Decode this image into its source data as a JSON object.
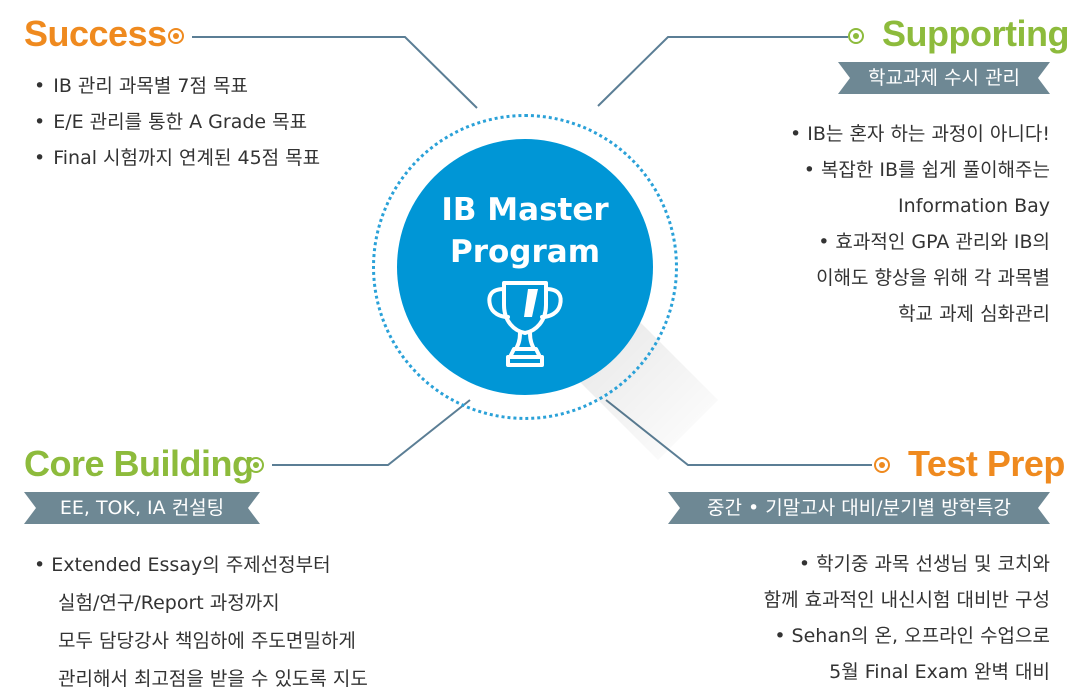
{
  "center": {
    "title_line1": "IB Master",
    "title_line2": "Program",
    "icon": "trophy-icon"
  },
  "colors": {
    "orange": "#ef8a1f",
    "green": "#8dbb3c",
    "blue": "#0096d6",
    "tag": "#6e8894",
    "line": "#5b7e95"
  },
  "success": {
    "title": "Success",
    "items": [
      "IB 관리 과목별 7점 목표",
      "E/E 관리를 통한 A Grade 목표",
      "Final 시험까지 연계된 45점 목표"
    ]
  },
  "supporting": {
    "title": "Supporting",
    "tag": "학교과제 수시 관리",
    "lines": [
      "• IB는 혼자 하는 과정이 아니다!",
      "• 복잡한 IB를 쉽게 풀이해주는",
      "Information Bay",
      "• 효과적인 GPA 관리와 IB의",
      "이해도 향상을 위해 각 과목별",
      "학교 과제 심화관리"
    ]
  },
  "core_building": {
    "title": "Core Building",
    "tag": "EE, TOK, IA 컨설팅",
    "lines": [
      "• Extended Essay의 주제선정부터",
      "실험/연구/Report 과정까지",
      "모두 담당강사 책임하에 주도면밀하게",
      "관리해서 최고점을 받을 수 있도록 지도"
    ]
  },
  "test_prep": {
    "title": "Test Prep",
    "tag": "중간 • 기말고사 대비/분기별 방학특강",
    "lines": [
      "• 학기중 과목 선생님 및 코치와",
      "함께 효과적인 내신시험 대비반 구성",
      "• Sehan의 온, 오프라인 수업으로",
      "5월 Final Exam 완벽 대비"
    ]
  }
}
